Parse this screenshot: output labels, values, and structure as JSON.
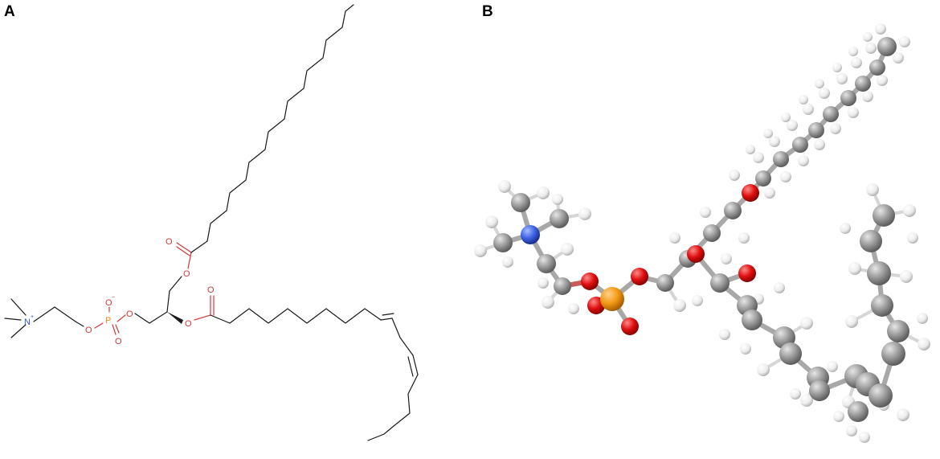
{
  "panels": {
    "a": {
      "label": "A"
    },
    "b": {
      "label": "B"
    }
  },
  "atoms": {
    "oxygen": "O",
    "phosphorus": "P",
    "nitrogen": "N",
    "plus": "+",
    "minus": "−"
  },
  "colors": {
    "bond": "#1a1a1a",
    "oxygen": "#d03a3a",
    "phosphorus": "#e08a1e",
    "nitrogen": "#3355cc",
    "carbon_ball": "#8c8c8c",
    "hydrogen_ball": "#f2f2f2",
    "stick": "#a8a8a8"
  }
}
